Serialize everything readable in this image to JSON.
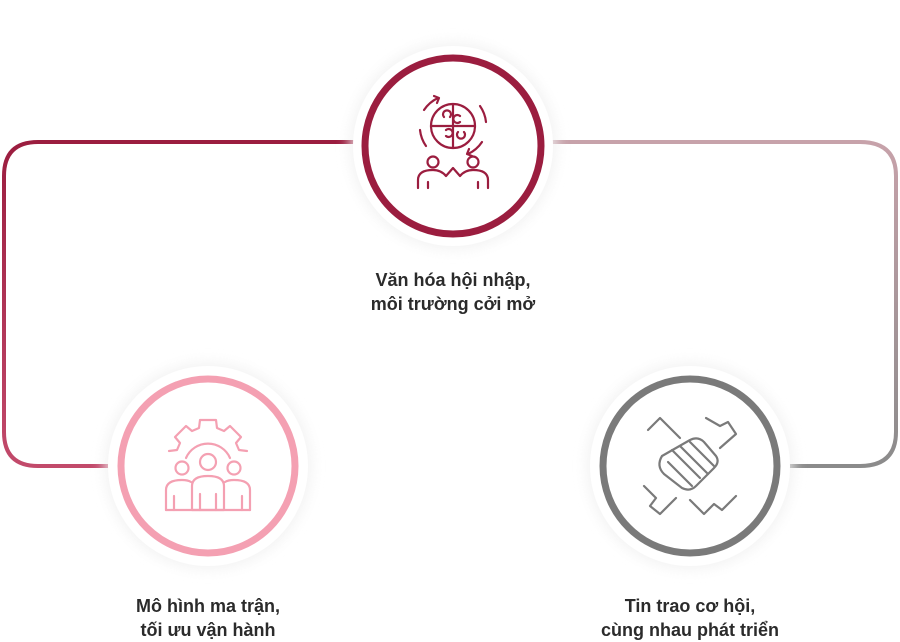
{
  "colors": {
    "top": "#9b1d3f",
    "left": "#f4a0b2",
    "right": "#7a7a7a",
    "text": "#2b2b2b"
  },
  "nodes": {
    "top": {
      "icon": "puzzle-people-icon",
      "line1": "Văn hóa hội nhập,",
      "line2": "môi trường cởi mở"
    },
    "left": {
      "icon": "gear-team-icon",
      "line1": "Mô hình ma trận,",
      "line2": "tối ưu vận hành"
    },
    "right": {
      "icon": "stacked-hands-icon",
      "line1": "Tin trao cơ hội,",
      "line2": "cùng nhau phát triển"
    }
  }
}
